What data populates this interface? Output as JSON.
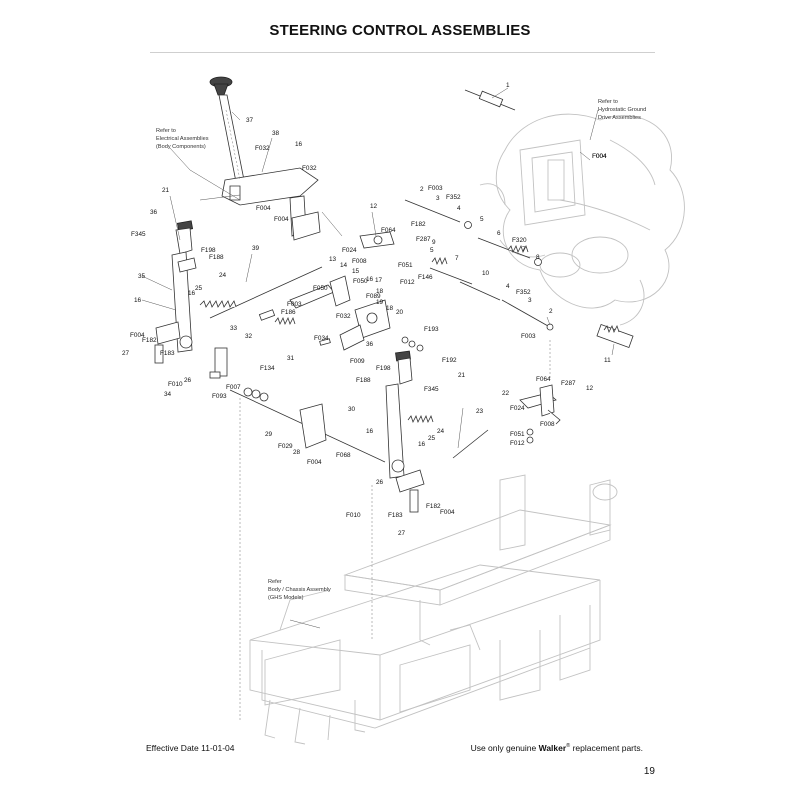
{
  "page": {
    "title": "STEERING CONTROL ASSEMBLIES",
    "effective_date": "Effective Date 11-01-04",
    "footer_prefix": "Use only genuine ",
    "footer_brand": "Walker",
    "footer_reg": "®",
    "footer_suffix": " replacement parts.",
    "page_number": "19"
  },
  "notes": {
    "electrical": [
      "Refer to",
      "Electrical Assemblies",
      "(Body Components)"
    ],
    "hydrostatic": [
      "Refer to",
      "Hydrostatic Ground",
      "Drive Assemblies"
    ],
    "chassis": [
      "Refer",
      "Body / Chassis Assembly",
      "(GHS Models)"
    ]
  },
  "callouts": [
    {
      "id": "c1",
      "label": "1"
    },
    {
      "id": "c37",
      "label": "37"
    },
    {
      "id": "c38",
      "label": "38"
    },
    {
      "id": "cF032a",
      "label": "F032"
    },
    {
      "id": "c16a",
      "label": "16"
    },
    {
      "id": "cF032b",
      "label": "F032"
    },
    {
      "id": "cF004a",
      "label": "F004"
    },
    {
      "id": "cF004b",
      "label": "F004"
    },
    {
      "id": "cF004c",
      "label": "F004"
    },
    {
      "id": "c21a",
      "label": "21"
    },
    {
      "id": "c36a",
      "label": "36"
    },
    {
      "id": "cF345a",
      "label": "F345"
    },
    {
      "id": "cF198a",
      "label": "F198"
    },
    {
      "id": "cF188a",
      "label": "F188"
    },
    {
      "id": "c39",
      "label": "39"
    },
    {
      "id": "c24a",
      "label": "24"
    },
    {
      "id": "c35",
      "label": "35"
    },
    {
      "id": "c16b",
      "label": "16"
    },
    {
      "id": "c25a",
      "label": "25"
    },
    {
      "id": "c16c",
      "label": "16"
    },
    {
      "id": "c33",
      "label": "33"
    },
    {
      "id": "cF004d",
      "label": "F004"
    },
    {
      "id": "cF182a",
      "label": "F182"
    },
    {
      "id": "c27a",
      "label": "27"
    },
    {
      "id": "cF183a",
      "label": "F183"
    },
    {
      "id": "c26a",
      "label": "26"
    },
    {
      "id": "cF010a",
      "label": "F010"
    },
    {
      "id": "c34",
      "label": "34"
    },
    {
      "id": "c32",
      "label": "32"
    },
    {
      "id": "cF003a",
      "label": "F003"
    },
    {
      "id": "cF186",
      "label": "F186"
    },
    {
      "id": "c31",
      "label": "31"
    },
    {
      "id": "cF093",
      "label": "F093"
    },
    {
      "id": "cF007",
      "label": "F007"
    },
    {
      "id": "cF134",
      "label": "F134"
    },
    {
      "id": "c12a",
      "label": "12"
    },
    {
      "id": "cF024a",
      "label": "F024"
    },
    {
      "id": "cF064a",
      "label": "F064"
    },
    {
      "id": "cF008a",
      "label": "F008"
    },
    {
      "id": "c13",
      "label": "13"
    },
    {
      "id": "c14",
      "label": "14"
    },
    {
      "id": "cF050a",
      "label": "F050"
    },
    {
      "id": "c15",
      "label": "15"
    },
    {
      "id": "cF050b",
      "label": "F050"
    },
    {
      "id": "c16d",
      "label": "16"
    },
    {
      "id": "c17",
      "label": "17"
    },
    {
      "id": "cF012a",
      "label": "F012"
    },
    {
      "id": "cF051a",
      "label": "F051"
    },
    {
      "id": "cF089",
      "label": "F089"
    },
    {
      "id": "c18",
      "label": "18"
    },
    {
      "id": "c19",
      "label": "19"
    },
    {
      "id": "c18b",
      "label": "18"
    },
    {
      "id": "c20",
      "label": "20"
    },
    {
      "id": "cF032c",
      "label": "F032"
    },
    {
      "id": "cF034",
      "label": "F034"
    },
    {
      "id": "c36b",
      "label": "36"
    },
    {
      "id": "cF193",
      "label": "F193"
    },
    {
      "id": "cF192",
      "label": "F192"
    },
    {
      "id": "cF009",
      "label": "F009"
    },
    {
      "id": "cF198b",
      "label": "F198"
    },
    {
      "id": "cF188b",
      "label": "F188"
    },
    {
      "id": "c21b",
      "label": "21"
    },
    {
      "id": "cF345b",
      "label": "F345"
    },
    {
      "id": "c30",
      "label": "30"
    },
    {
      "id": "c29",
      "label": "29"
    },
    {
      "id": "cF029",
      "label": "F029"
    },
    {
      "id": "c28",
      "label": "28"
    },
    {
      "id": "cF004e",
      "label": "F004"
    },
    {
      "id": "cF068",
      "label": "F068"
    },
    {
      "id": "c16e",
      "label": "16"
    },
    {
      "id": "c25b",
      "label": "25"
    },
    {
      "id": "c24b",
      "label": "24"
    },
    {
      "id": "c16f",
      "label": "16"
    },
    {
      "id": "c23",
      "label": "23"
    },
    {
      "id": "c26b",
      "label": "26"
    },
    {
      "id": "cF010b",
      "label": "F010"
    },
    {
      "id": "cF183b",
      "label": "F183"
    },
    {
      "id": "cF182b",
      "label": "F182"
    },
    {
      "id": "cF004f",
      "label": "F004"
    },
    {
      "id": "c27b",
      "label": "27"
    },
    {
      "id": "c2a",
      "label": "2"
    },
    {
      "id": "cF003b",
      "label": "F003"
    },
    {
      "id": "c3a",
      "label": "3"
    },
    {
      "id": "cF352a",
      "label": "F352"
    },
    {
      "id": "c4a",
      "label": "4"
    },
    {
      "id": "c5a",
      "label": "5"
    },
    {
      "id": "cF182c",
      "label": "F182"
    },
    {
      "id": "cF287a",
      "label": "F287"
    },
    {
      "id": "c9",
      "label": "9"
    },
    {
      "id": "c5b",
      "label": "5"
    },
    {
      "id": "cF146",
      "label": "F146"
    },
    {
      "id": "c7a",
      "label": "7"
    },
    {
      "id": "c6",
      "label": "6"
    },
    {
      "id": "cF320",
      "label": "F320"
    },
    {
      "id": "c7b",
      "label": "7"
    },
    {
      "id": "c8",
      "label": "8"
    },
    {
      "id": "c10",
      "label": "10"
    },
    {
      "id": "c4b",
      "label": "4"
    },
    {
      "id": "cF352b",
      "label": "F352"
    },
    {
      "id": "c3b",
      "label": "3"
    },
    {
      "id": "c2b",
      "label": "2"
    },
    {
      "id": "cF003c",
      "label": "F003"
    },
    {
      "id": "c11",
      "label": "11"
    },
    {
      "id": "cF064b",
      "label": "F064"
    },
    {
      "id": "cF287b",
      "label": "F287"
    },
    {
      "id": "c22",
      "label": "22"
    },
    {
      "id": "c12b",
      "label": "12"
    },
    {
      "id": "cF024b",
      "label": "F024"
    },
    {
      "id": "cF008b",
      "label": "F008"
    },
    {
      "id": "cF051b",
      "label": "F051"
    },
    {
      "id": "cF012b",
      "label": "F012"
    },
    {
      "id": "cF004g",
      "label": "F004"
    }
  ]
}
